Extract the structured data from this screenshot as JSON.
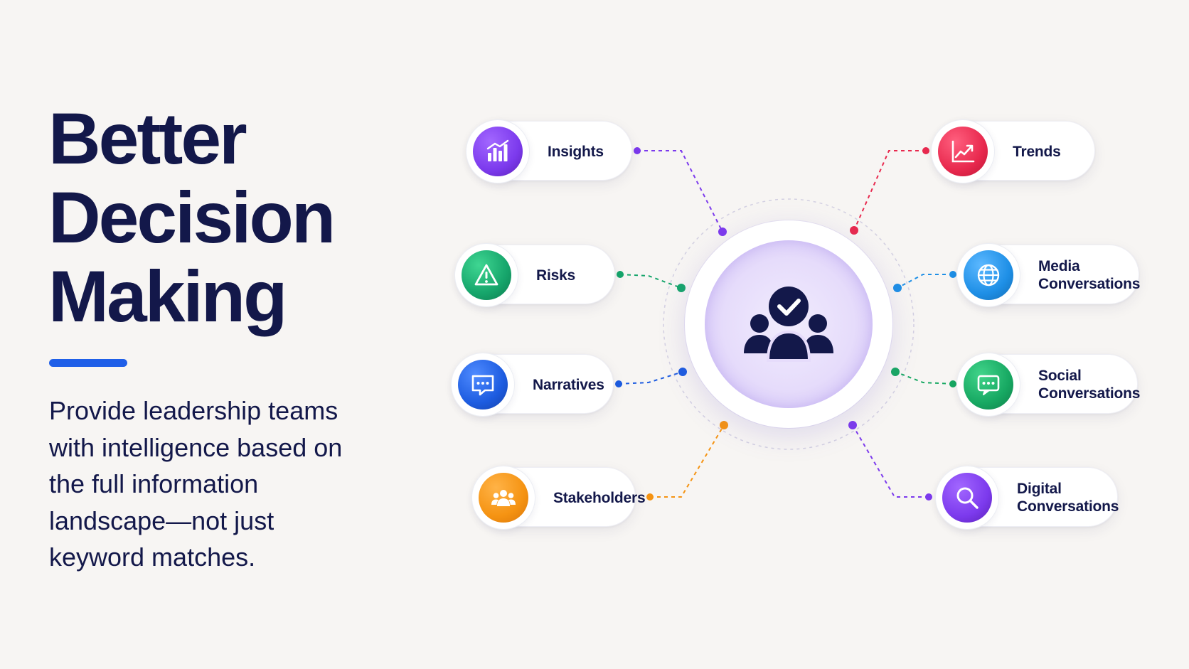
{
  "headline": [
    "Better",
    "Decision",
    "Making"
  ],
  "description": [
    "Provide leadership teams",
    "with intelligence based on",
    "the full information",
    "landscape—not just",
    "keyword matches."
  ],
  "colors": {
    "navy": "#13184a",
    "accent_bar": "#1f5fe8",
    "hub_purple": "#d9cdf8"
  },
  "hub": {
    "icon": "team-check-icon"
  },
  "nodes": {
    "insights": {
      "label": "Insights",
      "icon": "bar-chart-icon",
      "color": "#7c3aed"
    },
    "risks": {
      "label": "Risks",
      "icon": "warning-icon",
      "color": "#16a56b"
    },
    "narratives": {
      "label": "Narratives",
      "icon": "chat-bubble-icon",
      "color": "#1d5ce0"
    },
    "stakeholders": {
      "label": "Stakeholders",
      "icon": "people-group-icon",
      "color": "#f59312"
    },
    "trends": {
      "label": "Trends",
      "icon": "trend-line-icon",
      "color": "#e8294e"
    },
    "media": {
      "label_line1": "Media",
      "label_line2": "Conversations",
      "icon": "globe-icon",
      "color": "#1e8fe6"
    },
    "social": {
      "label_line1": "Social",
      "label_line2": "Conversations",
      "icon": "message-icon",
      "color": "#17a862"
    },
    "digital": {
      "label_line1": "Digital",
      "label_line2": "Conversations",
      "icon": "search-icon",
      "color": "#7c3aed"
    }
  }
}
